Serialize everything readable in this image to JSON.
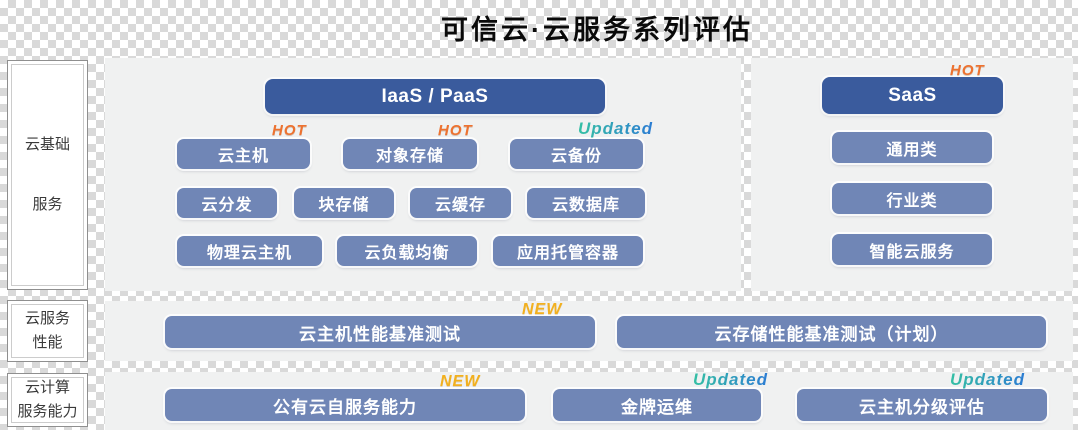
{
  "title": "可信云·云服务系列评估",
  "colors": {
    "header_blue": "#3A5B9D",
    "button_blue": "#7086B6",
    "panel_gray": "#F0F1F1",
    "hot_orange": "#ED7230",
    "new_gold": "#F2B01E",
    "updated_teal": "#35C0A4",
    "updated_blue": "#2B7CD3"
  },
  "sidebar": {
    "sections": [
      {
        "line1": "云基础",
        "line2": "服务"
      },
      {
        "line1": "云服务",
        "line2": "性能"
      },
      {
        "line1": "云计算",
        "line2": "服务能力"
      }
    ]
  },
  "iaas": {
    "header": "IaaS / PaaS",
    "row1": [
      {
        "label": "云主机",
        "badge": "HOT"
      },
      {
        "label": "对象存储",
        "badge": "HOT"
      },
      {
        "label": "云备份",
        "badge": "Updated"
      }
    ],
    "row2": [
      {
        "label": "云分发"
      },
      {
        "label": "块存储"
      },
      {
        "label": "云缓存"
      },
      {
        "label": "云数据库"
      }
    ],
    "row3": [
      {
        "label": "物理云主机"
      },
      {
        "label": "云负载均衡"
      },
      {
        "label": "应用托管容器"
      }
    ]
  },
  "saas": {
    "header": "SaaS",
    "badge": "HOT",
    "items": [
      {
        "label": "通用类"
      },
      {
        "label": "行业类"
      },
      {
        "label": "智能云服务"
      }
    ]
  },
  "performance": {
    "items": [
      {
        "label": "云主机性能基准测试",
        "badge": "NEW"
      },
      {
        "label": "云存储性能基准测试（计划）"
      }
    ]
  },
  "capability": {
    "items": [
      {
        "label": "公有云自服务能力",
        "badge": "NEW"
      },
      {
        "label": "金牌运维",
        "badge": "Updated"
      },
      {
        "label": "云主机分级评估",
        "badge": "Updated"
      }
    ]
  }
}
